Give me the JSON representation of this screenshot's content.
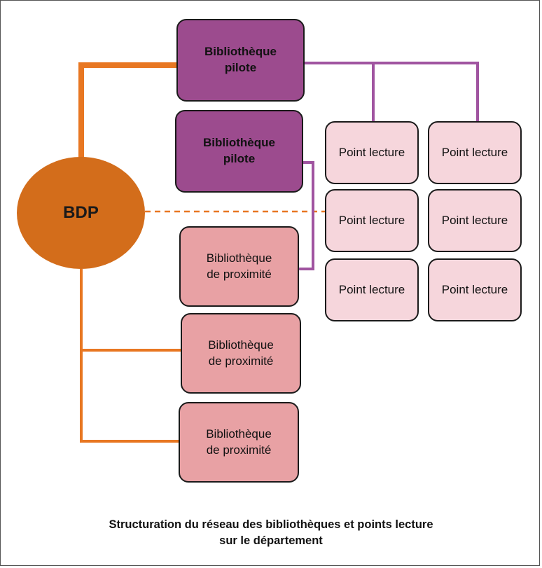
{
  "diagram": {
    "center": {
      "label": "BDP"
    },
    "pilotes": [
      {
        "line1": "Bibliothèque",
        "line2": "pilote"
      },
      {
        "line1": "Bibliothèque",
        "line2": "pilote"
      }
    ],
    "proximites": [
      {
        "line1": "Bibliothèque",
        "line2": "de proximité"
      },
      {
        "line1": "Bibliothèque",
        "line2": "de proximité"
      },
      {
        "line1": "Bibliothèque",
        "line2": "de proximité"
      }
    ],
    "points_lecture": [
      "Point lecture",
      "Point lecture",
      "Point lecture",
      "Point lecture",
      "Point lecture",
      "Point lecture"
    ],
    "caption": {
      "line1": "Structuration du réseau des bibliothèques et points lecture",
      "line2": "sur le département"
    },
    "colors": {
      "bdp": "#d36d1b",
      "pilote": "#9c4b8e",
      "proximite": "#e8a1a4",
      "point_lecture": "#f6d6dc",
      "orange_connector": "#e87722",
      "purple_connector": "#a054a0"
    }
  }
}
